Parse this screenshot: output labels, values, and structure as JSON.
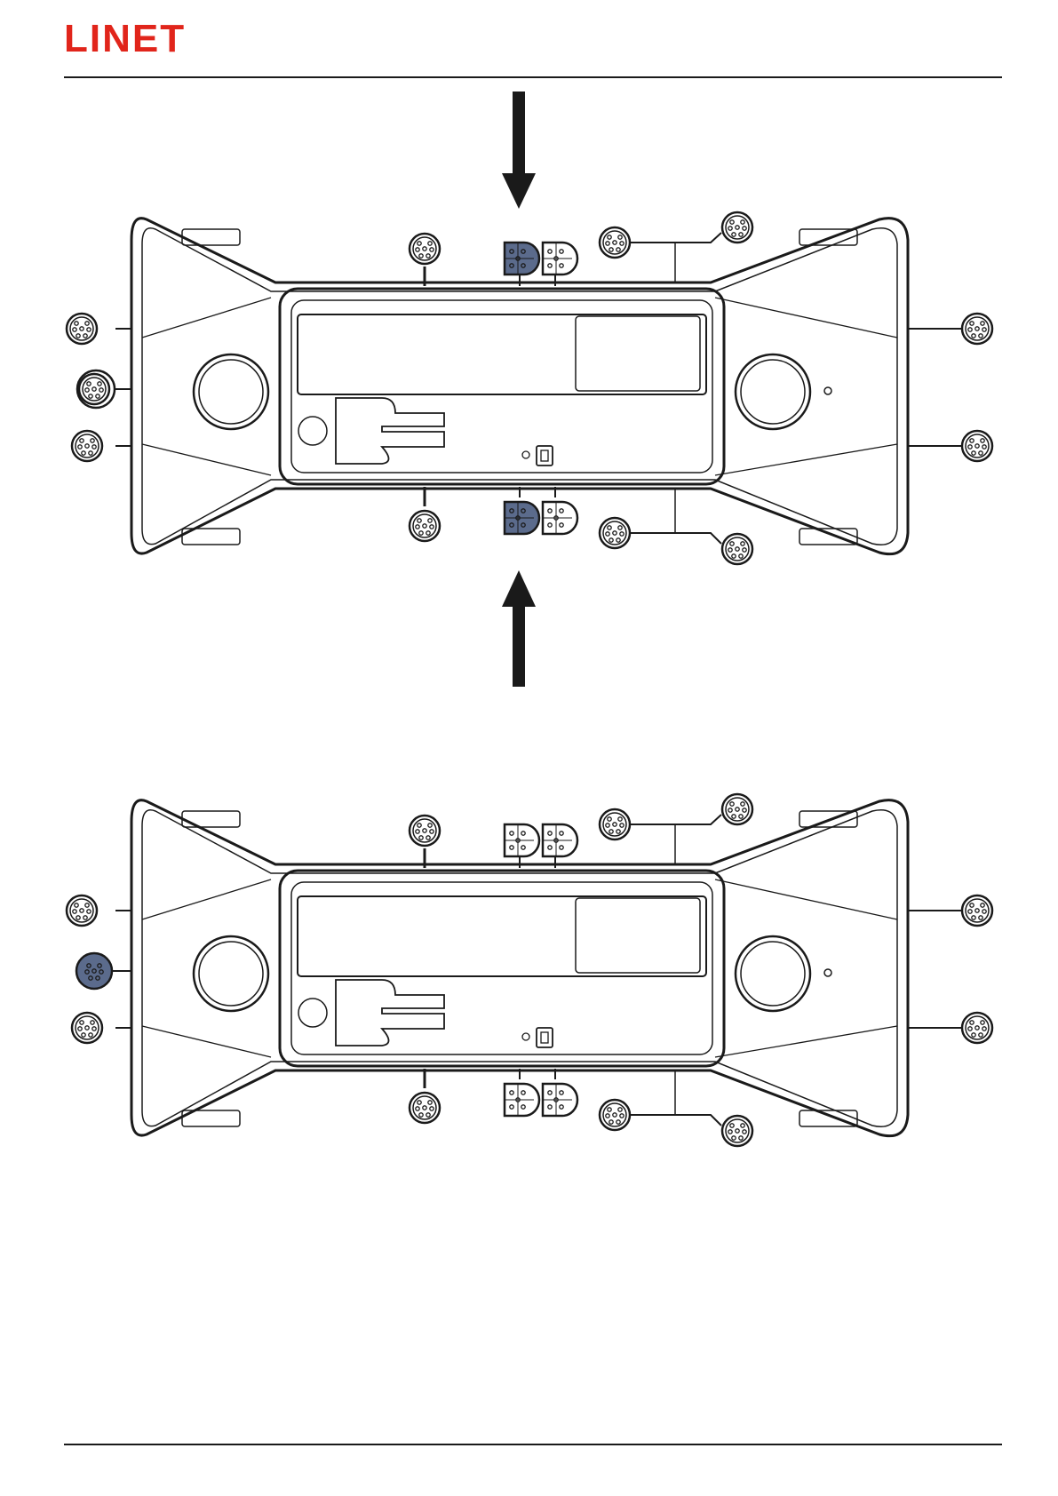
{
  "header": {
    "logo_text": "LINET",
    "logo_color": "#e1251b"
  },
  "colors": {
    "line": "#1a1a1a",
    "highlight": "#5b6b8c",
    "arrow": "#1a1a1a"
  },
  "figures": [
    {
      "highlighted_controls": [
        "pedal-top-left",
        "pedal-bottom-left"
      ],
      "arrows": [
        "down",
        "up"
      ]
    },
    {
      "highlighted_controls": [
        "side-knob-left"
      ],
      "arrows": []
    }
  ]
}
